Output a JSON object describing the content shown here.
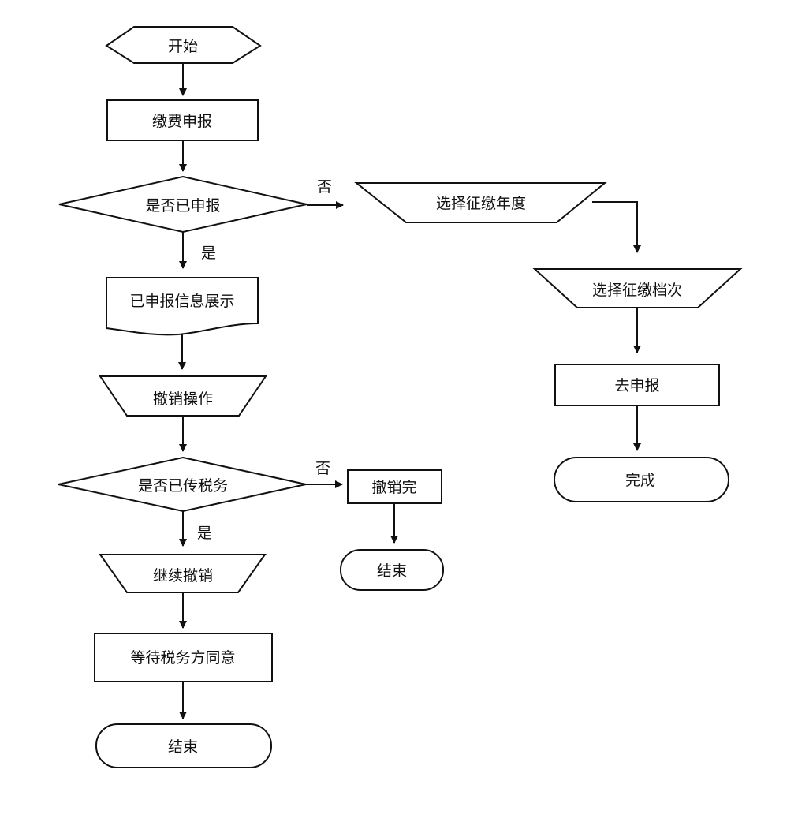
{
  "nodes": {
    "start": "开始",
    "declare": "缴费申报",
    "is_declared": "是否已申报",
    "declared_info": "已申报信息展示",
    "revoke_op": "撤销操作",
    "is_sent_tax": "是否已传税务",
    "continue_revoke": "继续撤销",
    "wait_tax": "等待税务方同意",
    "end_main": "结束",
    "select_year": "选择征缴年度",
    "select_level": "选择征缴档次",
    "go_declare": "去申报",
    "done": "完成",
    "revoke_done": "撤销完",
    "end_side": "结束"
  },
  "edge_labels": {
    "declared_no": "否",
    "declared_yes": "是",
    "sent_no": "否",
    "sent_yes": "是"
  }
}
